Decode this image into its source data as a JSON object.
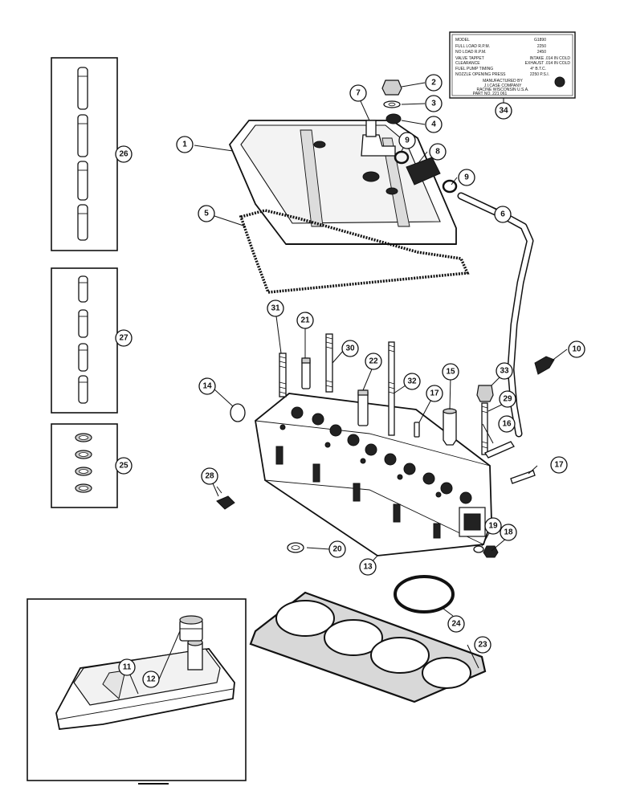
{
  "callouts": [
    "1",
    "2",
    "3",
    "4",
    "5",
    "6",
    "7",
    "8",
    "9",
    "9",
    "10",
    "11",
    "12",
    "13",
    "14",
    "15",
    "16",
    "17",
    "17",
    "18",
    "19",
    "20",
    "21",
    "22",
    "23",
    "24",
    "25",
    "26",
    "27",
    "28",
    "29",
    "30",
    "31",
    "32",
    "33",
    "34"
  ],
  "nameplate": {
    "rows": [
      {
        "label": "MODEL",
        "value": "G1890"
      },
      {
        "label": "FULL LOAD R.P.M.",
        "value": "2250"
      },
      {
        "label": "NO LOAD R.P.M.",
        "value": "2450"
      },
      {
        "label": "VALVE TAPPET",
        "value": "INTAKE .014 IN COLD"
      },
      {
        "label": "CLEARANCE",
        "value": "EXHAUST .014 IN COLD"
      },
      {
        "label": "FUEL PUMP TIMING",
        "value": "4° B.T.C."
      },
      {
        "label": "NOZZLE OPENING PRESS",
        "value": "2250 P.S.I."
      }
    ],
    "maker_line_1": "MANUFACTURED BY",
    "maker": "J.I.CASE COMPANY",
    "city_line": "RACINE        WISCONSIN        U.S.A.",
    "part_no": "PART NO. 221 061"
  }
}
